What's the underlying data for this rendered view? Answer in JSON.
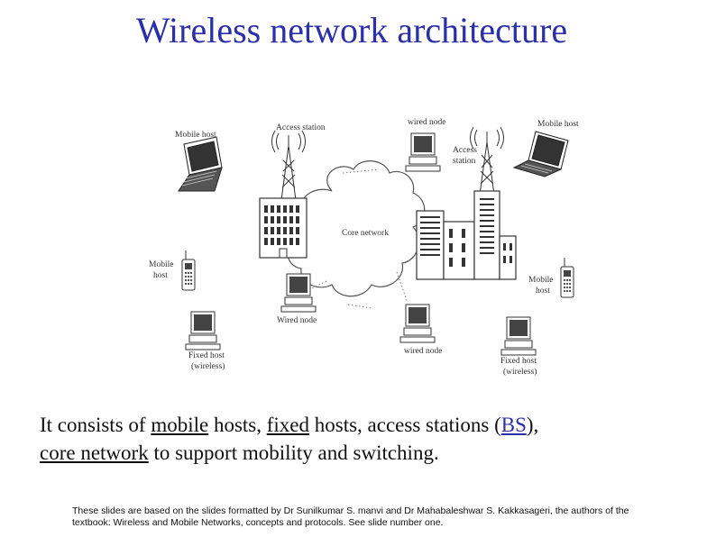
{
  "slide": {
    "title": "Wireless network architecture"
  },
  "diagram": {
    "labels": {
      "mobile_host_left": "Mobile host",
      "access_station_left": "Access station",
      "wired_node_top": "wired node",
      "mobile_host_right": "Mobile host",
      "access_station_right_1": "Access",
      "access_station_right_2": "station",
      "core_network": "Core network",
      "mobile_host_phone_left_1": "Mobile",
      "mobile_host_phone_left_2": "host",
      "mobile_host_phone_right_1": "Mobile",
      "mobile_host_phone_right_2": "host",
      "wired_node_left": "Wired node",
      "wired_node_bottom": "wired node",
      "fixed_host_left_1": "Fixed host",
      "fixed_host_left_2": "(wireless)",
      "fixed_host_right_1": "Fixed host",
      "fixed_host_right_2": "(wireless)"
    }
  },
  "caption": {
    "part1": "It consists of ",
    "mobile": "mobile",
    "part2": " hosts, ",
    "fixed": "fixed",
    "part3": " hosts, access stations (",
    "bs": "BS",
    "part4": "),",
    "core_network": "core network",
    "part5": " to support mobility and switching."
  },
  "footnote": {
    "text": "These slides are based on the slides formatted by Dr Sunilkumar S. manvi and Dr Mahabaleshwar S. Kakkasageri, the authors of the textbook: Wireless and Mobile Networks, concepts and protocols. See slide number one."
  }
}
